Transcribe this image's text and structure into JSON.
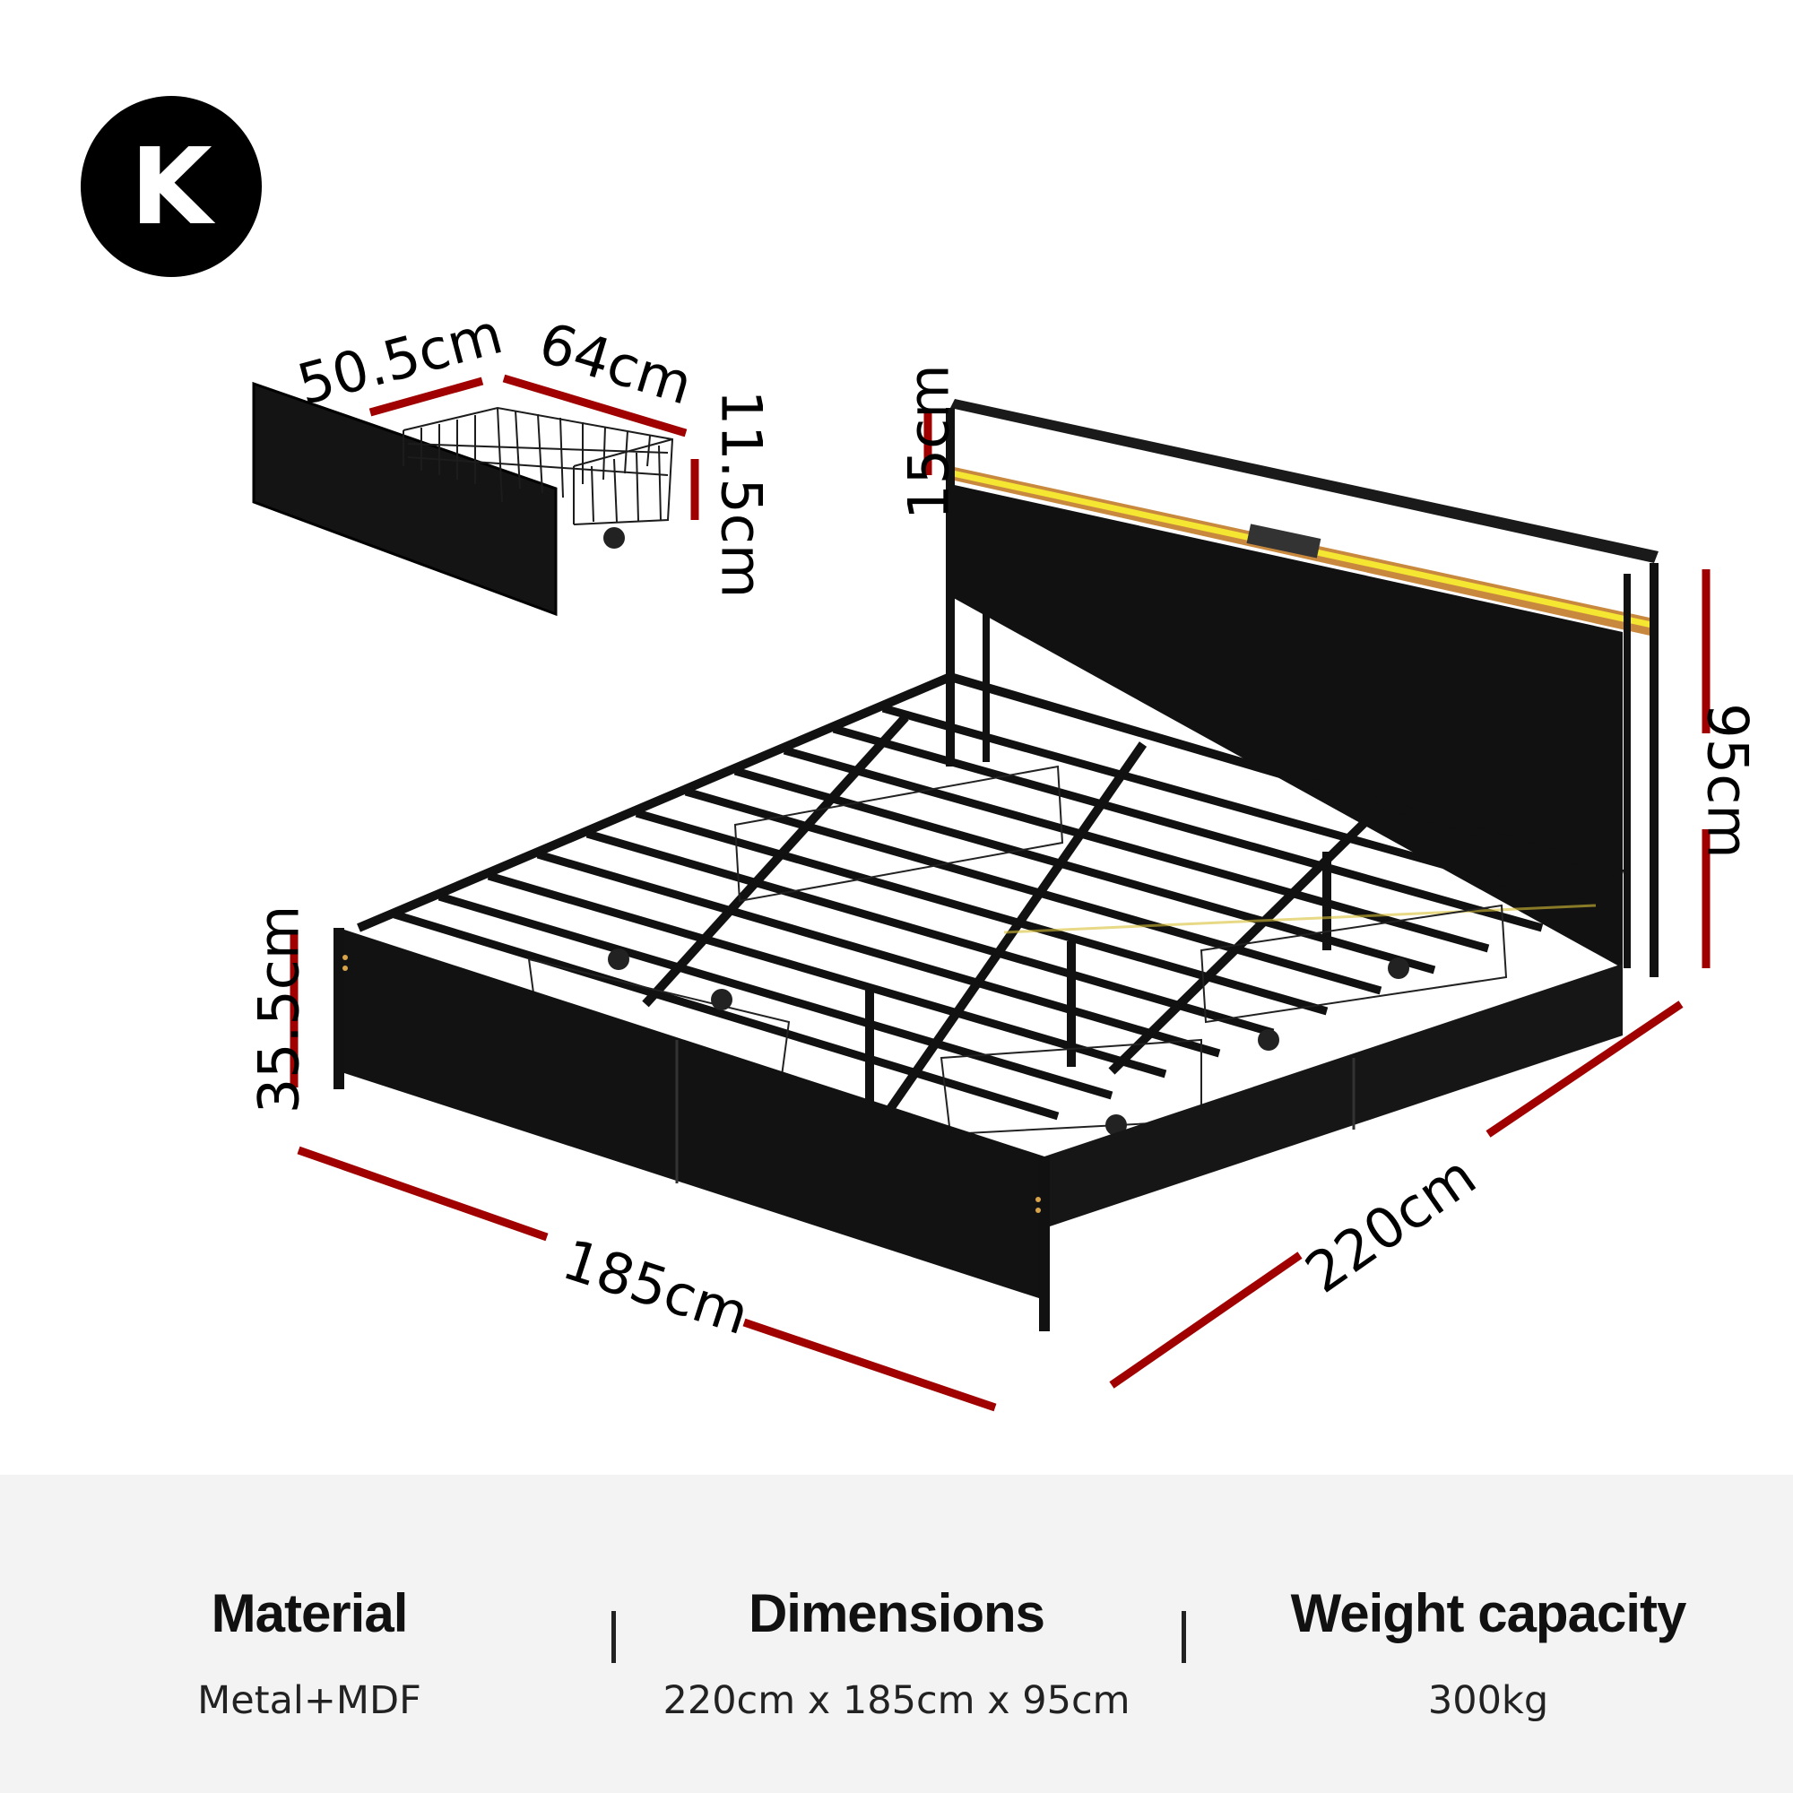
{
  "badge": {
    "letter": "K"
  },
  "colors": {
    "dimension_line": "#a00000",
    "frame": "#111111",
    "led": "#f5e632",
    "wood": "#c8893f",
    "panel_bg": "#f3f3f3"
  },
  "drawer_dimensions": {
    "width": "50.5cm",
    "length": "64cm",
    "height": "11.5cm"
  },
  "bed_dimensions": {
    "shelf": "15cm",
    "height": "95cm",
    "side_height": "35.5cm",
    "width": "185cm",
    "length": "220cm"
  },
  "specs": [
    {
      "title": "Material",
      "value": "Metal+MDF"
    },
    {
      "title": "Dimensions",
      "value": "220cm x 185cm x 95cm"
    },
    {
      "title": "Weight capacity",
      "value": "300kg"
    }
  ]
}
